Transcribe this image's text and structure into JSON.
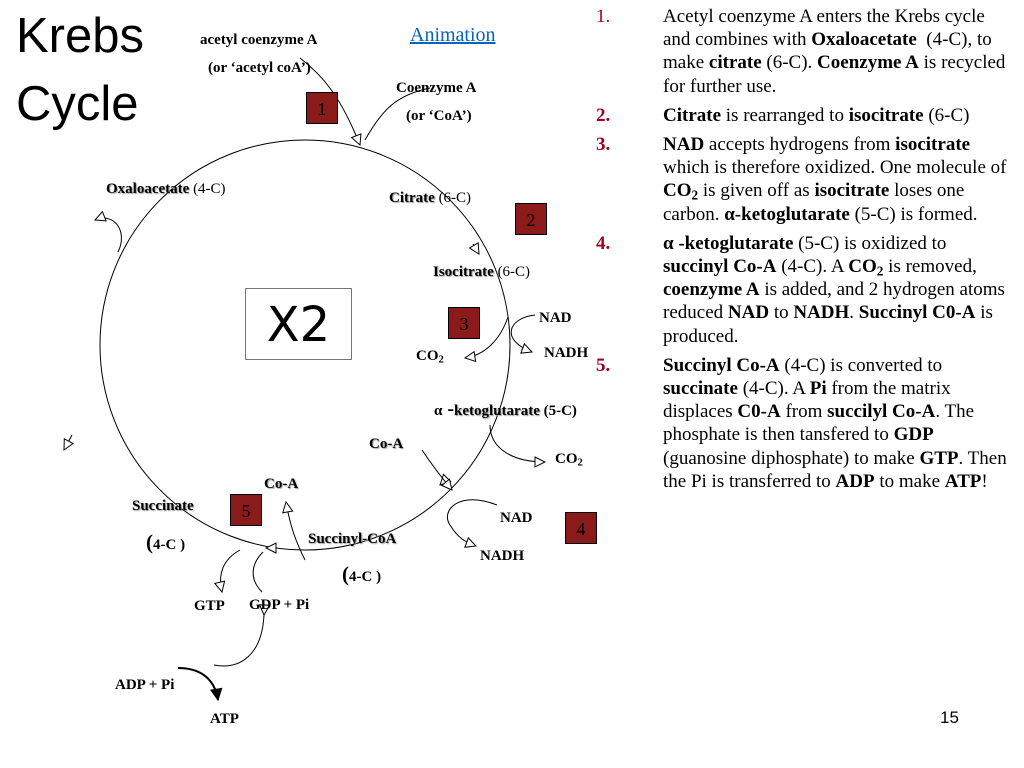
{
  "title": {
    "line1": "Krebs",
    "line2": "Cycle"
  },
  "animation_link": "Animation",
  "multiplier": "X2",
  "page_number": "15",
  "inputs": {
    "acetyl_line1": "acetyl coenzyme A",
    "acetyl_line2": "(or ‘acetyl coA’)",
    "coa_line1": "Coenzyme A",
    "coa_line2": "(or ‘CoA’)"
  },
  "step_boxes": [
    "1",
    "2",
    "3",
    "4",
    "5"
  ],
  "compounds": {
    "oxaloacetate": "Oxaloacetate",
    "oxaloacetate_c": "(4-C)",
    "citrate": "Citrate",
    "citrate_c": "(6-C)",
    "isocitrate": "Isocitrate",
    "isocitrate_c": "(6-C)",
    "akg_alpha": "α",
    "akg_dash": " -",
    "akg_name": "ketoglutarate",
    "akg_c": "(5-C)",
    "succinyl": "Succinyl-CoA",
    "succinyl_open": "(",
    "succinyl_c": "4-C )",
    "succinate": "Succinate",
    "succinate_open": "(",
    "succinate_c": "4-C )"
  },
  "side_labels": {
    "nad_3": "NAD",
    "nadh_3": "NADH",
    "co2_3": "CO",
    "co2_3_sub": "2",
    "coa_4": "Co-A",
    "co2_4": "CO",
    "co2_4_sub": "2",
    "nad_4": "NAD",
    "nadh_4": "NADH",
    "coa_5": "Co-A",
    "gtp": "GTP",
    "gdp_pi": "GDP + Pi",
    "adp_pi": "ADP + Pi",
    "atp": "ATP"
  },
  "steps": [
    {
      "number": "1.",
      "number_bold": false,
      "text": "Acetyl coenzyme A enters the Krebs cycle and combines with <b>Oxaloacetate</b>&nbsp; (4-C), to make <b>citrate</b> (6-C). <b>Coenzyme A</b> is recycled for further use."
    },
    {
      "number": "2.",
      "number_bold": true,
      "text": "<b>Citrate</b> is rearranged to <b>isocitrate</b> (6-C)"
    },
    {
      "number": "3.",
      "number_bold": true,
      "text": "<b>NAD</b> accepts hydrogens from <b>isocitrate</b> which is therefore oxidized. One molecule of <b>CO<sub>2</sub></b> is given off as <b>isocitrate</b> loses one carbon. <b>α-ketoglutarate</b> (5-C) is formed."
    },
    {
      "number": "4.",
      "number_bold": true,
      "text": "<b>α -ketoglutarate</b> (5-C) is oxidized to <b>succinyl Co-A</b> (4-C). A <b>CO<sub>2</sub></b> is removed, <b>coenzyme A</b> is added, and 2 hydrogen atoms reduced <b>NAD</b> to <b>NADH</b>. <b>Succinyl C0-A</b> is produced."
    },
    {
      "number": "5.",
      "number_bold": true,
      "text": "<b>Succinyl Co-A</b> (4-C) is converted to <b>succinate</b> (4-C). A <b>Pi</b> from the matrix displaces <b>C0-A</b> from <b>succilyl Co-A</b>. The phosphate is then tansfered to <b>GDP</b> (guanosine diphosphate) to make <b>GTP</b>. Then the Pi is transferred to <b>ADP</b> to make <b>ATP</b>!"
    }
  ]
}
